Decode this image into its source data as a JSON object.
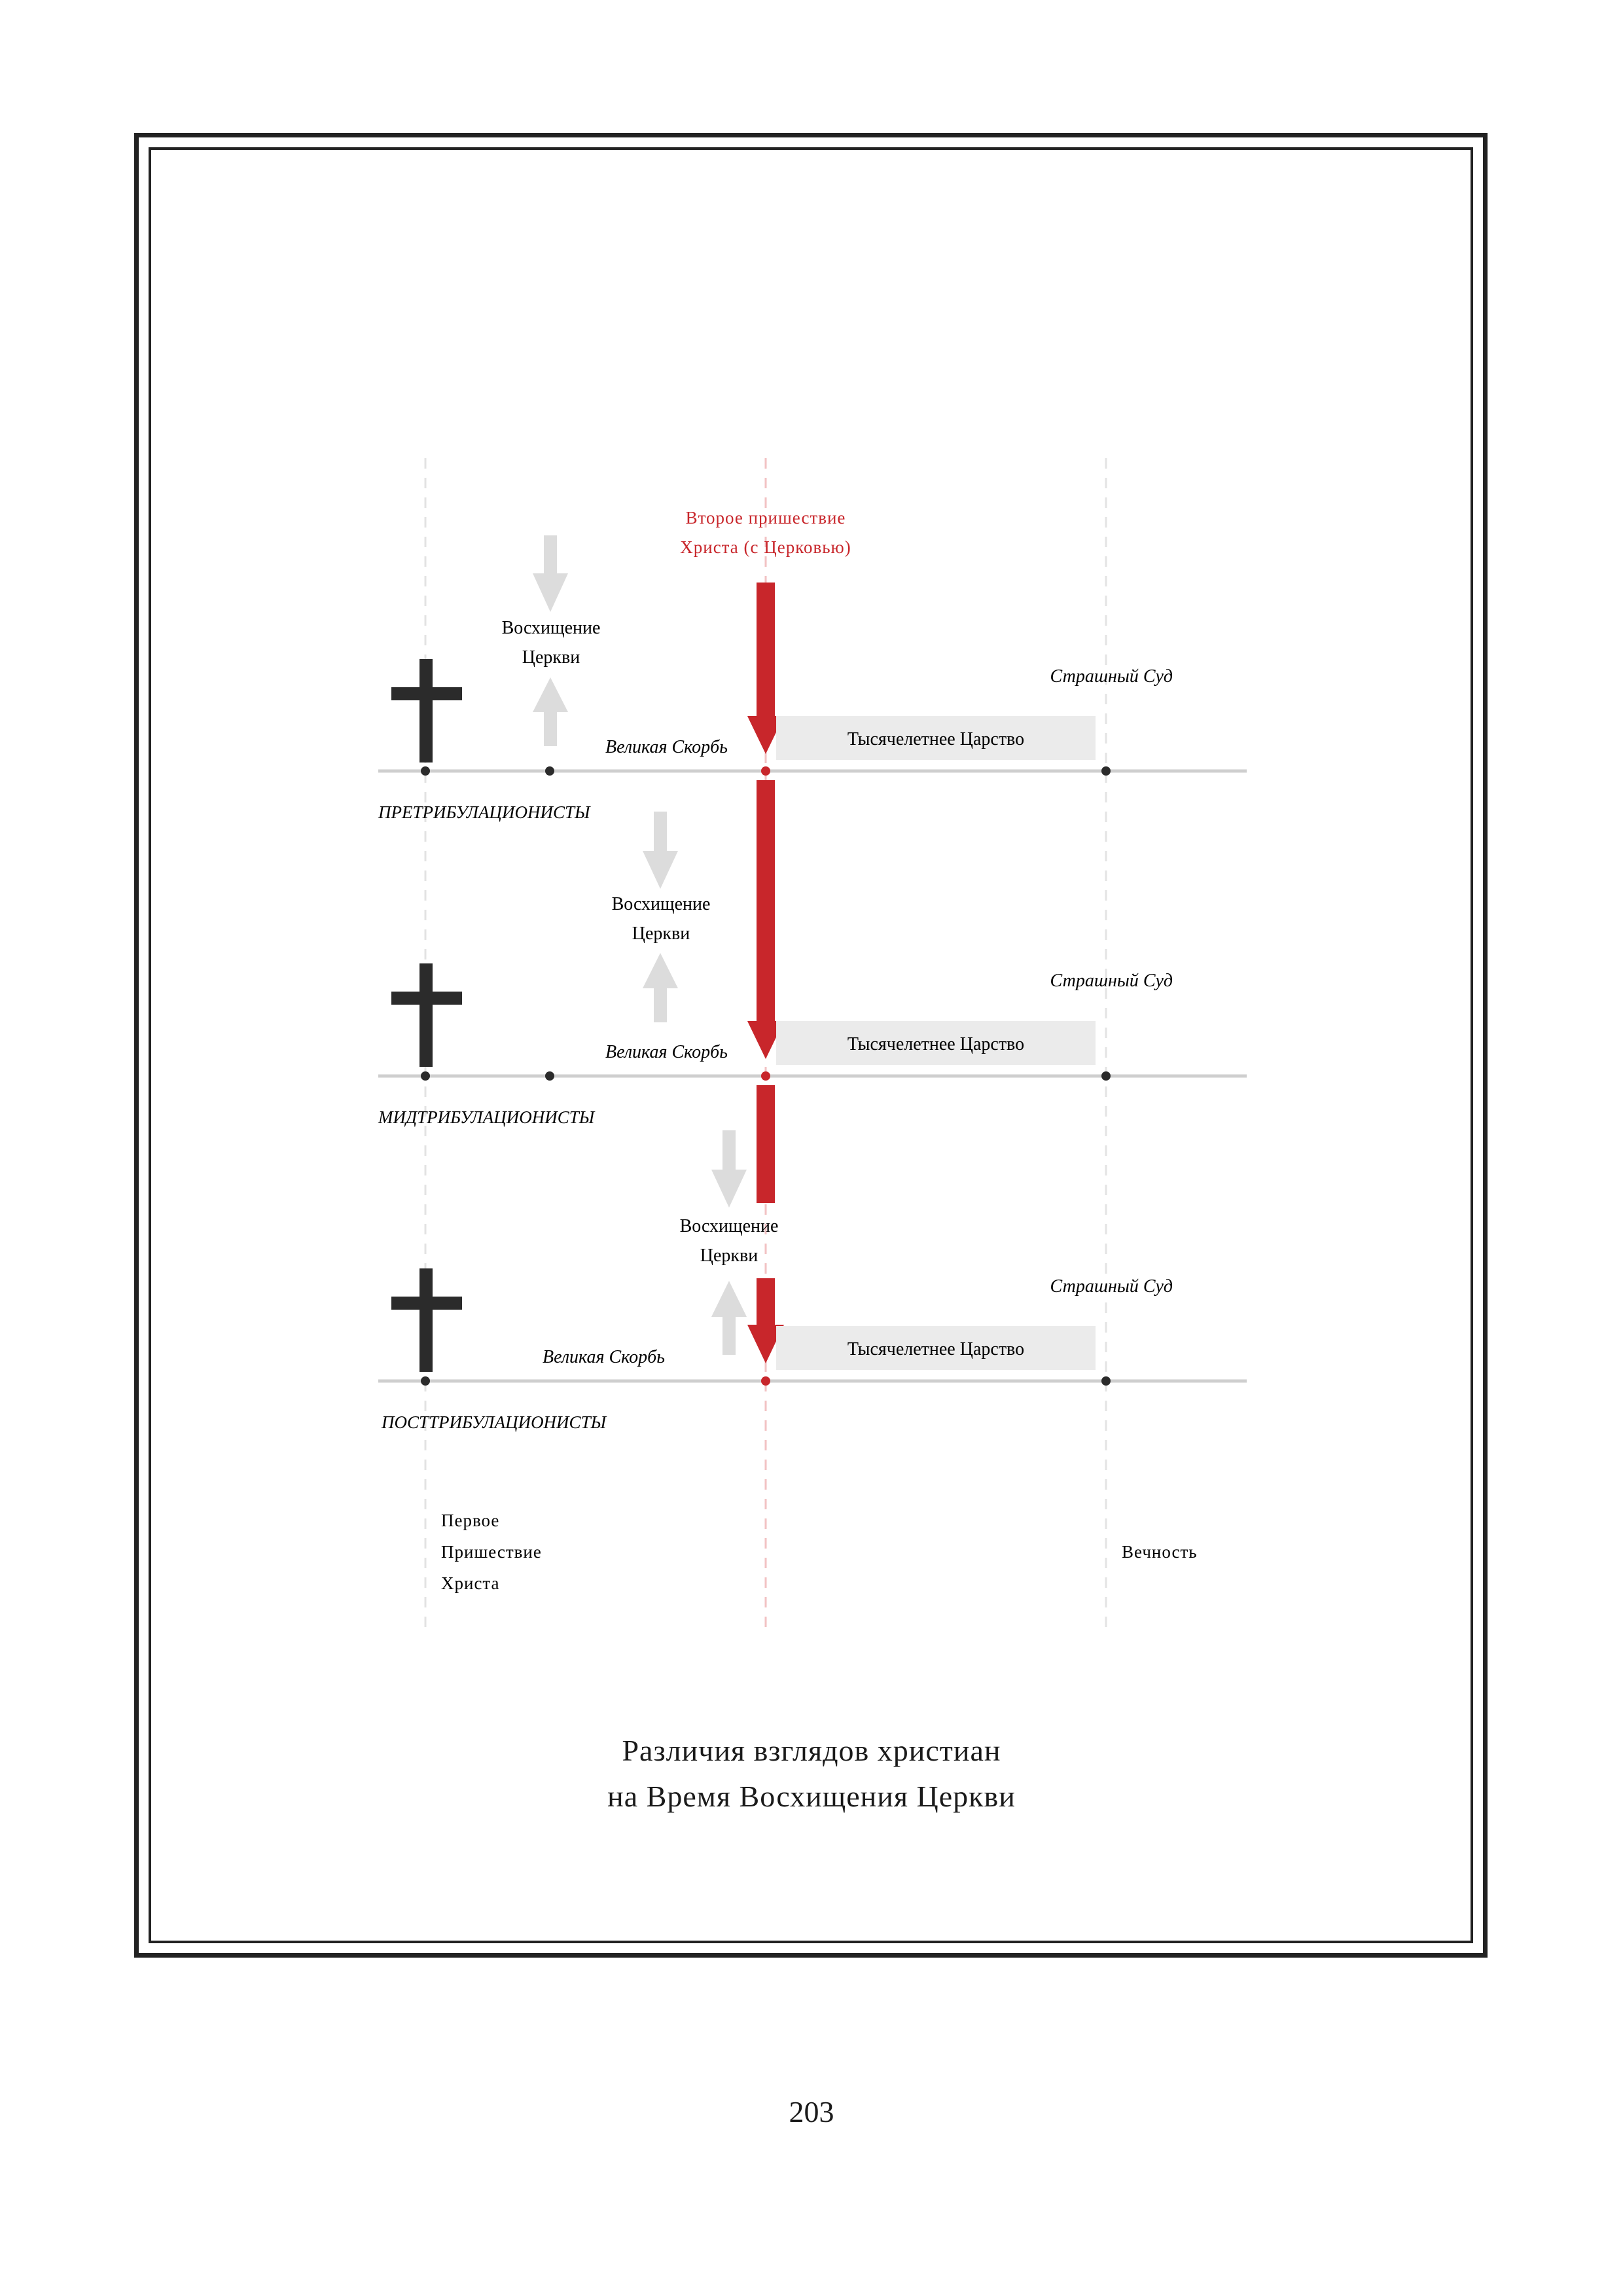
{
  "diagram": {
    "top_label": [
      "Второе пришествие",
      "Христа (с Церковью)"
    ],
    "rows": [
      {
        "name": "ПРЕТРИБУЛАЦИОНИСТЫ",
        "rapture": [
          "Восхищение",
          "Церкви"
        ],
        "tribulation": "Великая Скорбь",
        "millennium": "Тысячелетнее Царство",
        "judgment": "Страшный Суд"
      },
      {
        "name": "МИДТРИБУЛАЦИОНИСТЫ",
        "rapture": [
          "Восхищение",
          "Церкви"
        ],
        "tribulation": "Великая Скорбь",
        "millennium": "Тысячелетнее Царство",
        "judgment": "Страшный Суд"
      },
      {
        "name": "ПОСТТРИБУЛАЦИОНИСТЫ",
        "rapture": [
          "Восхищение",
          "Церкви"
        ],
        "tribulation": "Великая Скорбь",
        "millennium": "Тысячелетнее Царство",
        "judgment": "Страшный Суд"
      }
    ],
    "first_coming": [
      "Первое",
      "Пришествие",
      "Христа"
    ],
    "eternity": "Вечность",
    "colors": {
      "accent": "#c8262b",
      "dark": "#2b2b2b",
      "gray_arrow": "#dcdcdc",
      "box": "#ebebeb",
      "line": "#cfcfcf"
    }
  },
  "caption": [
    "Различия взглядов христиан",
    "на Время Восхищения Церкви"
  ],
  "page_number": "203"
}
